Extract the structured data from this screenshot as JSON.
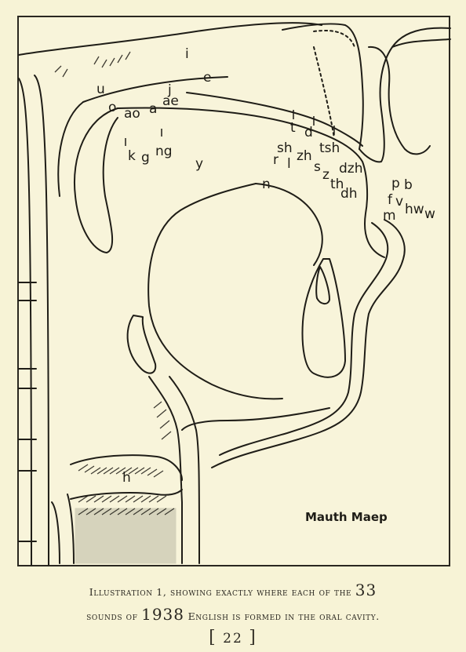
{
  "diagram": {
    "map_title": "Mauth Maep",
    "labels": {
      "u": "u",
      "i": "i",
      "e": "e",
      "j": "j",
      "o": "o",
      "ao": "ao",
      "a": "a",
      "ae": "ae",
      "k": "k",
      "g": "g",
      "ng": "ng",
      "y": "y",
      "t": "t",
      "d": "d",
      "tsh": "tsh",
      "sh": "sh",
      "zh": "zh",
      "s": "s",
      "z": "z",
      "dzh": "dzh",
      "r": "r",
      "l": "l",
      "th": "th",
      "dh": "dh",
      "n": "n",
      "p": "p",
      "b": "b",
      "f": "f",
      "v": "v",
      "hw": "hw",
      "w": "w",
      "m": "m",
      "h": "h"
    }
  },
  "caption": {
    "line1_pre": "Illustration 1, showing exactly where each of the",
    "line1_num": "33",
    "line2_pre": "sounds of",
    "line2_num": "1938",
    "line2_post": "English is formed in the oral cavity."
  },
  "page_number": "22",
  "colors": {
    "paper": "#f7f3d6",
    "ink": "#1f1d17"
  }
}
